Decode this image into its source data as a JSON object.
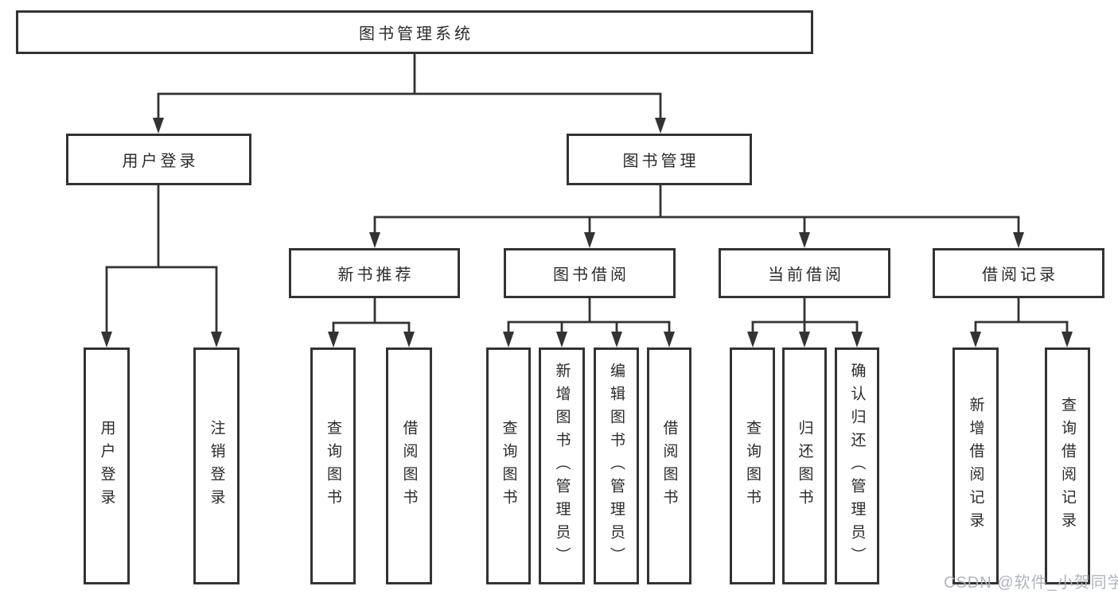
{
  "colors": {
    "line": "#333333",
    "box_border": "#333333",
    "text": "#2b2b2b",
    "watermark": "#aaafb7",
    "background": "#ffffff"
  },
  "watermark": "CSDN @软件_小贺同学",
  "tree": {
    "label": "图书管理系统",
    "children": [
      {
        "label": "用户登录",
        "children": [
          {
            "label": "用户登录"
          },
          {
            "label": "注销登录"
          }
        ]
      },
      {
        "label": "图书管理",
        "children": [
          {
            "label": "新书推荐",
            "children": [
              {
                "label": "查询图书"
              },
              {
                "label": "借阅图书"
              }
            ]
          },
          {
            "label": "图书借阅",
            "children": [
              {
                "label": "查询图书"
              },
              {
                "label": "新增图书（管理员）"
              },
              {
                "label": "编辑图书（管理员）"
              },
              {
                "label": "借阅图书"
              }
            ]
          },
          {
            "label": "当前借阅",
            "children": [
              {
                "label": "查询图书"
              },
              {
                "label": "归还图书"
              },
              {
                "label": "确认归还（管理员）"
              }
            ]
          },
          {
            "label": "借阅记录",
            "children": [
              {
                "label": "新增借阅记录"
              },
              {
                "label": "查询借阅记录"
              }
            ]
          }
        ]
      }
    ]
  }
}
